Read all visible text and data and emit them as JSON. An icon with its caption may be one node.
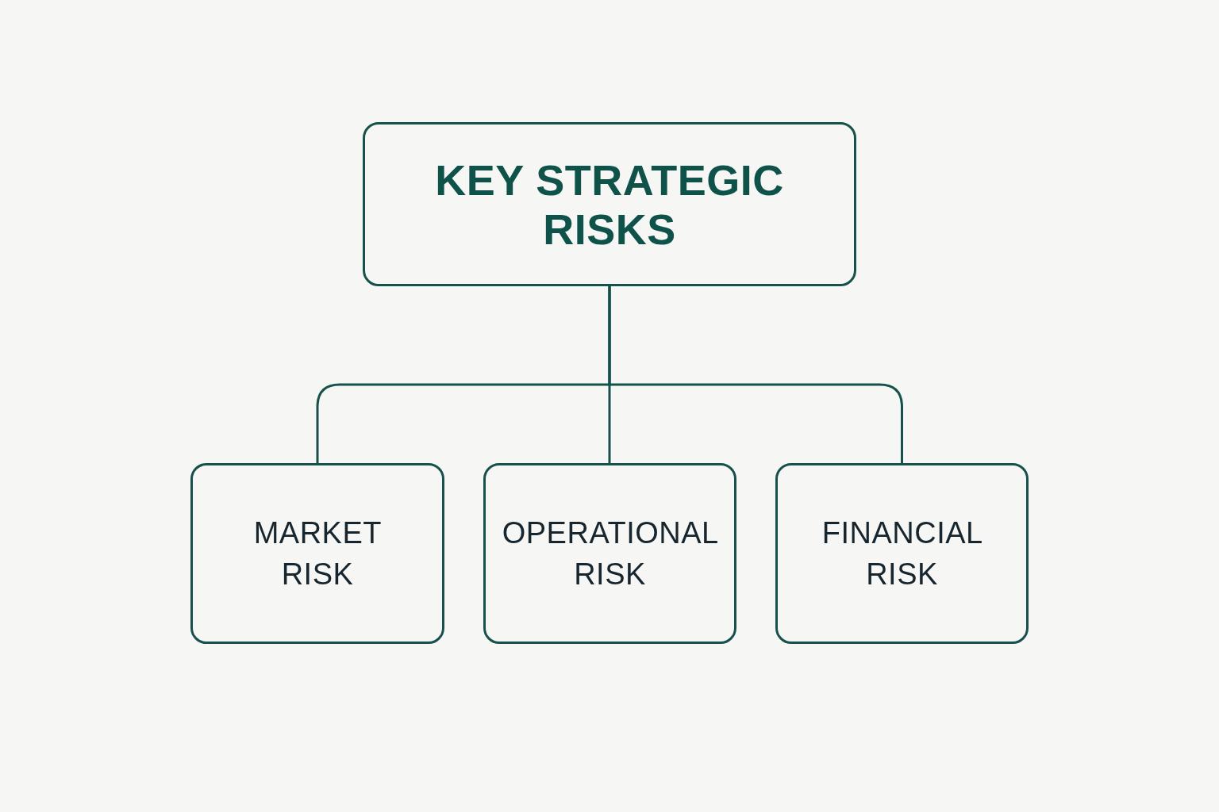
{
  "diagram": {
    "nodes": [
      {
        "text": [
          "KEY STRATEGIC RISKS"
        ]
      },
      {
        "text": [
          "MARKET RISK"
        ]
      },
      {
        "text": [
          "OPERATIONAL RISK"
        ]
      },
      {
        "text": [
          "FINANCIAL RISK"
        ]
      }
    ],
    "edges": [
      {
        "from": 0,
        "to": 1,
        "arrow": "none"
      },
      {
        "from": 0,
        "to": 2,
        "arrow": "none"
      },
      {
        "from": 0,
        "to": 3,
        "arrow": "none"
      }
    ]
  }
}
